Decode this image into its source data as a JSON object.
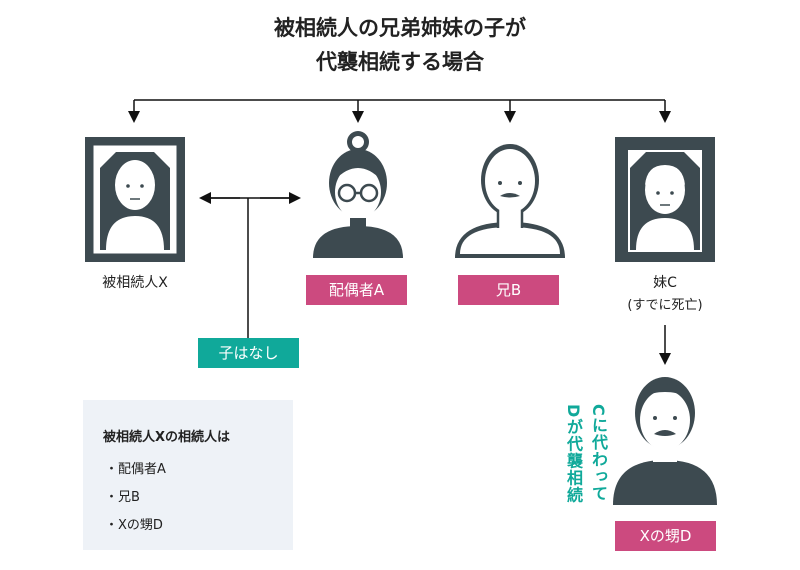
{
  "title": {
    "line1": "被相続人の兄弟姉妹の子が",
    "line2": "代襲相続する場合"
  },
  "persons": {
    "deceased": {
      "label": "被相続人X"
    },
    "spouse": {
      "label": "配偶者A"
    },
    "brother": {
      "label": "兄B"
    },
    "sister": {
      "label": "妹C",
      "note": "(すでに死亡)"
    },
    "nephew": {
      "label": "Xの甥D"
    }
  },
  "no_child_label": "子はなし",
  "vertical_notes": {
    "line1": "Cに代わって",
    "line2": "Dが代襲相続"
  },
  "summary": {
    "title": "被相続人Xの相続人は",
    "items": [
      "・配偶者A",
      "・兄B",
      "・Xの甥D"
    ]
  },
  "colors": {
    "figure": "#3d4a50",
    "tag_pink": "#cc4a7f",
    "tag_teal": "#10a99a",
    "summary_bg": "#eef2f7"
  }
}
